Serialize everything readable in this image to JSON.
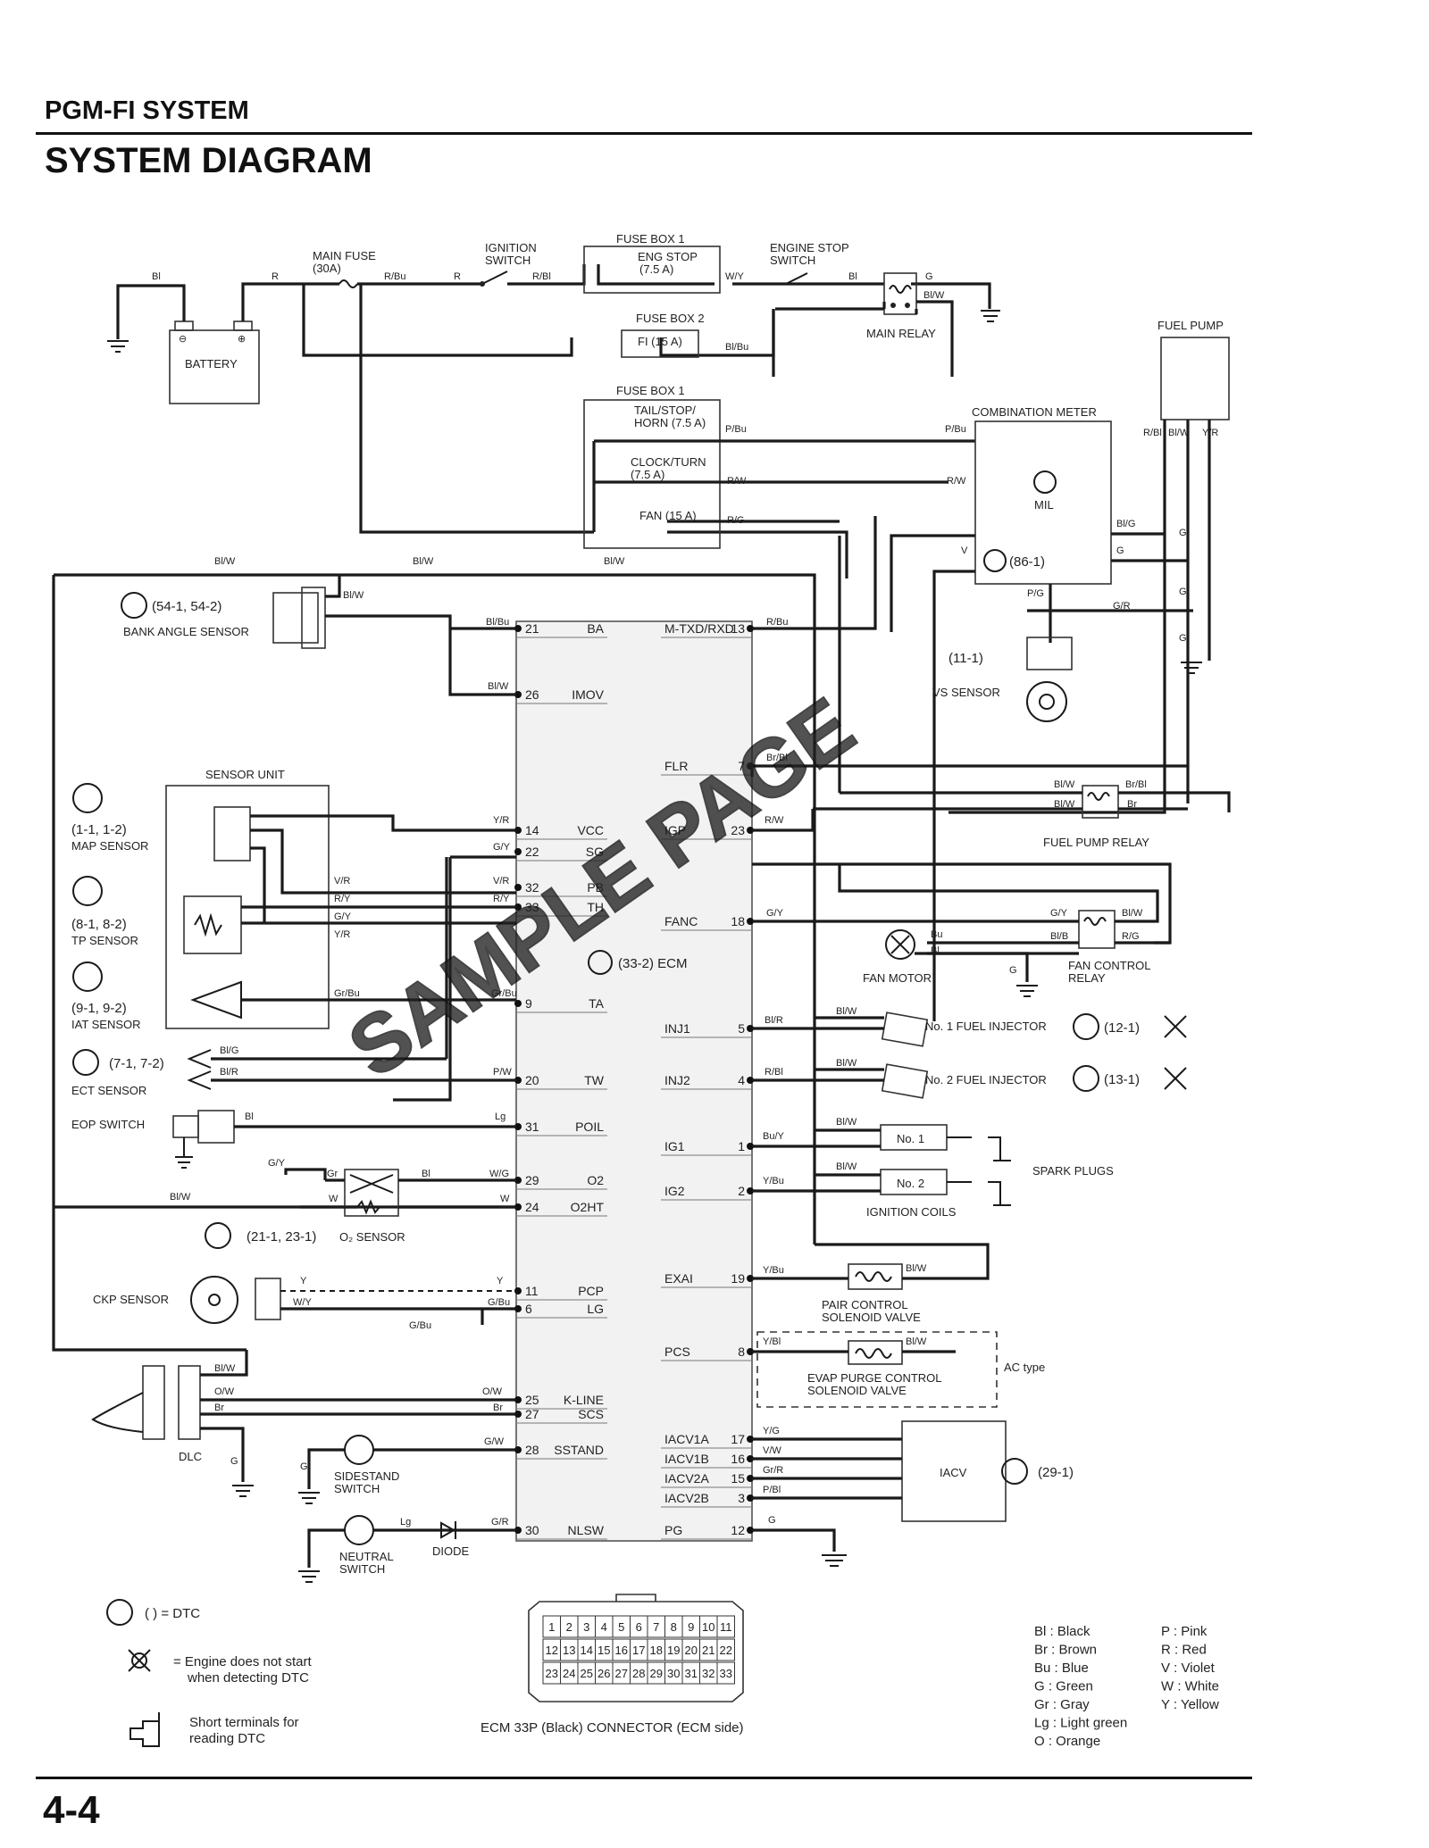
{
  "header": {
    "section": "PGM-FI SYSTEM",
    "title": "SYSTEM DIAGRAM"
  },
  "page_number": "4-4",
  "watermark": "SAMPLE PAGE",
  "power": {
    "battery": "BATTERY",
    "main_fuse": "MAIN FUSE",
    "main_fuse_rating": "(30A)",
    "ignition_switch": [
      "IGNITION",
      "SWITCH"
    ],
    "fuse_box_1": "FUSE BOX 1",
    "eng_stop_fuse": [
      "ENG STOP",
      "(7.5 A)"
    ],
    "fuse_box_2": "FUSE BOX 2",
    "fi_fuse": "FI (15 A)",
    "fuse_box_1b": "FUSE BOX 1",
    "tail_fuse": [
      "TAIL/STOP/",
      "HORN (7.5 A)"
    ],
    "clock_fuse": [
      "CLOCK/TURN",
      "(7.5 A)"
    ],
    "fan_fuse": "FAN (15 A)",
    "engine_stop_switch": [
      "ENGINE STOP",
      "SWITCH"
    ],
    "main_relay": "MAIN RELAY",
    "fuel_pump": "FUEL PUMP",
    "combination_meter": "COMBINATION METER",
    "mil": "MIL",
    "dtc_86": "(86-1)",
    "vs_sensor": "VS SENSOR",
    "dtc_11": "(11-1)"
  },
  "wire_labels": {
    "bl": "Bl",
    "r": "R",
    "r_bu": "R/Bu",
    "r_bl": "R/Bl",
    "w_y": "W/Y",
    "g": "G",
    "bl_w": "Bl/W",
    "bl_bu": "Bl/Bu",
    "p_bu": "P/Bu",
    "r_w": "R/W",
    "r_g": "R/G",
    "bl_g": "Bl/G",
    "g_r": "G/R",
    "v": "V",
    "p_g": "P/G",
    "r_bl2": "R/Bl",
    "y_r": "Y/R",
    "br_bl": "Br/Bl",
    "br": "Br",
    "g_y": "G/Y",
    "bu": "Bu",
    "v_r": "V/R",
    "r_y": "R/Y",
    "gr_bu": "Gr/Bu",
    "bl_r": "Bl/R",
    "p_w": "P/W",
    "lg": "Lg",
    "w_g": "W/G",
    "gr": "Gr",
    "w": "W",
    "y": "Y",
    "w_y2": "W/Y",
    "g_bu": "G/Bu",
    "o_w": "O/W",
    "g_w": "G/W",
    "bu_y": "Bu/Y",
    "y_bu": "Y/Bu",
    "y_bl": "Y/Bl",
    "y_g": "Y/G",
    "v_w": "V/W",
    "gr_r": "Gr/R",
    "p_bl": "P/Bl",
    "bl_b": "Bl/B",
    "bl_w_pump": "Bl/W"
  },
  "ecm": {
    "label": "(33-2) ECM",
    "left_pins": [
      {
        "num": "21",
        "name": "BA"
      },
      {
        "num": "26",
        "name": "IMOV"
      },
      {
        "num": "14",
        "name": "VCC"
      },
      {
        "num": "22",
        "name": "SG"
      },
      {
        "num": "32",
        "name": "PB"
      },
      {
        "num": "33",
        "name": "TH"
      },
      {
        "num": "9",
        "name": "TA"
      },
      {
        "num": "20",
        "name": "TW"
      },
      {
        "num": "31",
        "name": "POIL"
      },
      {
        "num": "29",
        "name": "O2"
      },
      {
        "num": "24",
        "name": "O2HT"
      },
      {
        "num": "11",
        "name": "PCP"
      },
      {
        "num": "6",
        "name": "LG"
      },
      {
        "num": "25",
        "name": "K-LINE"
      },
      {
        "num": "27",
        "name": "SCS"
      },
      {
        "num": "28",
        "name": "SSTAND"
      },
      {
        "num": "30",
        "name": "NLSW"
      }
    ],
    "right_pins": [
      {
        "num": "13",
        "name": "M-TXD/RXD"
      },
      {
        "num": "7",
        "name": "FLR"
      },
      {
        "num": "23",
        "name": "IGP"
      },
      {
        "num": "18",
        "name": "FANC"
      },
      {
        "num": "5",
        "name": "INJ1"
      },
      {
        "num": "4",
        "name": "INJ2"
      },
      {
        "num": "1",
        "name": "IG1"
      },
      {
        "num": "2",
        "name": "IG2"
      },
      {
        "num": "19",
        "name": "EXAI"
      },
      {
        "num": "8",
        "name": "PCS"
      },
      {
        "num": "17",
        "name": "IACV1A"
      },
      {
        "num": "16",
        "name": "IACV1B"
      },
      {
        "num": "15",
        "name": "IACV2A"
      },
      {
        "num": "3",
        "name": "IACV2B"
      },
      {
        "num": "12",
        "name": "PG"
      }
    ]
  },
  "left_components": {
    "bank_angle_dtc": "(54-1, 54-2)",
    "bank_angle_sensor": "BANK ANGLE SENSOR",
    "sensor_unit": "SENSOR UNIT",
    "map_dtc": "(1-1, 1-2)",
    "map_sensor": "MAP SENSOR",
    "tp_dtc": "(8-1, 8-2)",
    "tp_sensor": "TP SENSOR",
    "iat_dtc": "(9-1, 9-2)",
    "iat_sensor": "IAT SENSOR",
    "ect_dtc": "(7-1, 7-2)",
    "ect_sensor": "ECT SENSOR",
    "eop_switch": "EOP SWITCH",
    "o2_dtc": "(21-1, 23-1)",
    "o2_sensor": "O₂ SENSOR",
    "ckp_sensor": "CKP SENSOR",
    "dlc": "DLC",
    "sidestand_switch": [
      "SIDESTAND",
      "SWITCH"
    ],
    "neutral_switch": [
      "NEUTRAL",
      "SWITCH"
    ],
    "diode": "DIODE"
  },
  "right_components": {
    "fuel_pump_relay": "FUEL PUMP RELAY",
    "fan_motor": "FAN MOTOR",
    "fan_control_relay": [
      "FAN CONTROL",
      "RELAY"
    ],
    "injector_1": "No. 1 FUEL INJECTOR",
    "injector_1_dtc": "(12-1)",
    "injector_2": "No. 2 FUEL INJECTOR",
    "injector_2_dtc": "(13-1)",
    "coil_1": "No. 1",
    "coil_2": "No. 2",
    "ignition_coils": "IGNITION COILS",
    "spark_plugs": "SPARK PLUGS",
    "pair_valve": [
      "PAIR CONTROL",
      "SOLENOID VALVE"
    ],
    "evap_valve": [
      "EVAP PURGE CONTROL",
      "SOLENOID VALVE"
    ],
    "ac_type": "AC type",
    "iacv": "IACV",
    "iacv_dtc": "(29-1)"
  },
  "legend": {
    "dtc_symbol": "(  ) = DTC",
    "no_start": [
      "= Engine does not start",
      "when detecting DTC"
    ],
    "short_terminals": [
      "Short terminals for",
      "reading DTC"
    ],
    "connector_caption": "ECM 33P (Black) CONNECTOR (ECM side)",
    "connector_rows": [
      [
        "1",
        "2",
        "3",
        "4",
        "5",
        "6",
        "7",
        "8",
        "9",
        "10",
        "11"
      ],
      [
        "12",
        "13",
        "14",
        "15",
        "16",
        "17",
        "18",
        "19",
        "20",
        "21",
        "22"
      ],
      [
        "23",
        "24",
        "25",
        "26",
        "27",
        "28",
        "29",
        "30",
        "31",
        "32",
        "33"
      ]
    ],
    "colors_left": [
      "Bl : Black",
      "Br : Brown",
      "Bu : Blue",
      "G : Green",
      "Gr : Gray",
      "Lg : Light green",
      "O : Orange"
    ],
    "colors_right": [
      "P : Pink",
      "R : Red",
      "V : Violet",
      "W : White",
      "Y : Yellow"
    ]
  }
}
